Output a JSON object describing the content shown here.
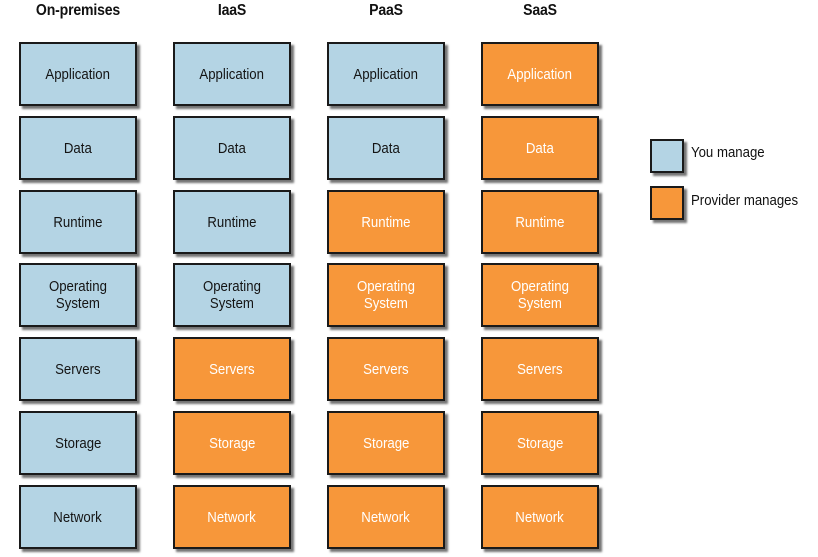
{
  "colors": {
    "you_manage": "#b4d4e4",
    "provider_manages": "#f7973a"
  },
  "columns": [
    {
      "header": "On-premises",
      "cells": [
        {
          "label": "Application",
          "owner": "you"
        },
        {
          "label": "Data",
          "owner": "you"
        },
        {
          "label": "Runtime",
          "owner": "you"
        },
        {
          "label": "Operating\nSystem",
          "owner": "you"
        },
        {
          "label": "Servers",
          "owner": "you"
        },
        {
          "label": "Storage",
          "owner": "you"
        },
        {
          "label": "Network",
          "owner": "you"
        }
      ]
    },
    {
      "header": "IaaS",
      "cells": [
        {
          "label": "Application",
          "owner": "you"
        },
        {
          "label": "Data",
          "owner": "you"
        },
        {
          "label": "Runtime",
          "owner": "you"
        },
        {
          "label": "Operating\nSystem",
          "owner": "you"
        },
        {
          "label": "Servers",
          "owner": "provider"
        },
        {
          "label": "Storage",
          "owner": "provider"
        },
        {
          "label": "Network",
          "owner": "provider"
        }
      ]
    },
    {
      "header": "PaaS",
      "cells": [
        {
          "label": "Application",
          "owner": "you"
        },
        {
          "label": "Data",
          "owner": "you"
        },
        {
          "label": "Runtime",
          "owner": "provider"
        },
        {
          "label": "Operating\nSystem",
          "owner": "provider"
        },
        {
          "label": "Servers",
          "owner": "provider"
        },
        {
          "label": "Storage",
          "owner": "provider"
        },
        {
          "label": "Network",
          "owner": "provider"
        }
      ]
    },
    {
      "header": "SaaS",
      "cells": [
        {
          "label": "Application",
          "owner": "provider"
        },
        {
          "label": "Data",
          "owner": "provider"
        },
        {
          "label": "Runtime",
          "owner": "provider"
        },
        {
          "label": "Operating\nSystem",
          "owner": "provider"
        },
        {
          "label": "Servers",
          "owner": "provider"
        },
        {
          "label": "Storage",
          "owner": "provider"
        },
        {
          "label": "Network",
          "owner": "provider"
        }
      ]
    }
  ],
  "legend": {
    "you_manage": "You manage",
    "provider_manages": "Provider manages"
  }
}
